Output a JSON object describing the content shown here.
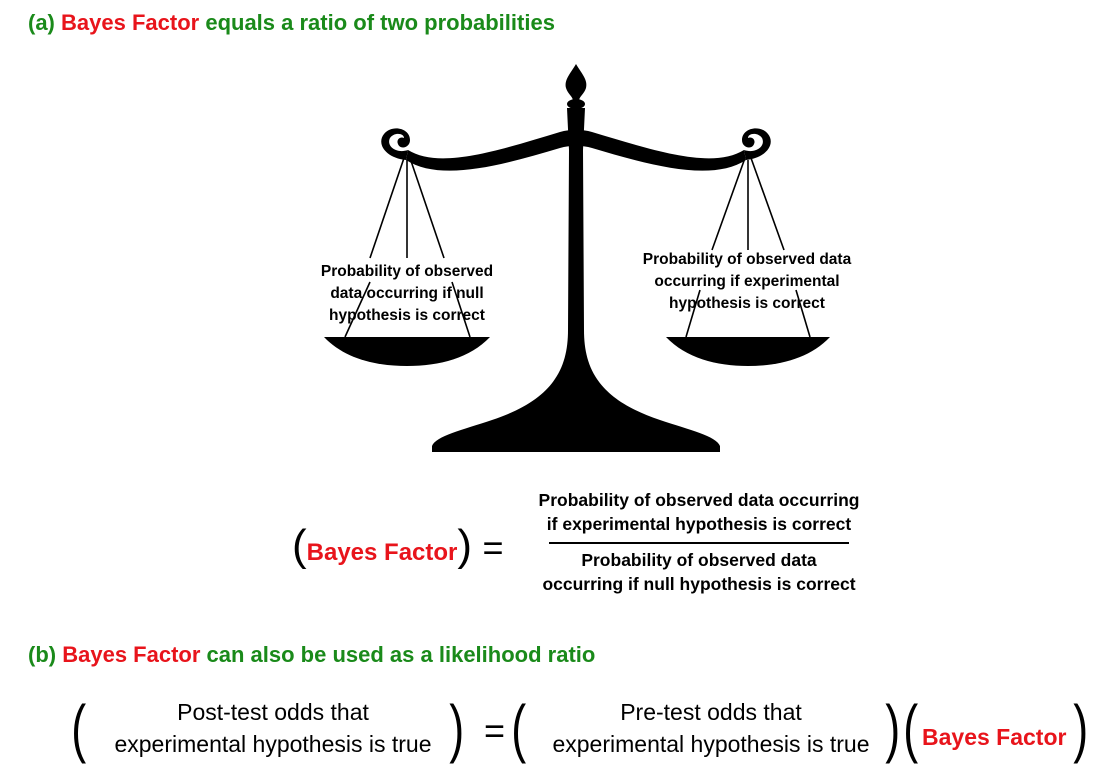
{
  "section_a": {
    "prefix": "(a)",
    "bayes_factor": "Bayes Factor",
    "rest": "equals a ratio of two probabilities"
  },
  "scale": {
    "left_pan_label": "Probability of observed data occurring if null hypothesis is correct",
    "right_pan_label": "Probability of observed data occurring if experimental hypothesis is correct",
    "color": "#000000"
  },
  "formula_a": {
    "open_paren": "(",
    "bayes_factor": "Bayes Factor",
    "close_paren": ")",
    "equals": "=",
    "numerator_line1": "Probability of observed data occurring",
    "numerator_line2": "if experimental hypothesis is correct",
    "denominator_line1": "Probability of observed data",
    "denominator_line2": "occurring if null hypothesis is correct"
  },
  "section_b": {
    "prefix": "(b)",
    "bayes_factor": "Bayes Factor",
    "rest": "can also be used as a likelihood ratio"
  },
  "formula_b": {
    "post_line1": "Post-test odds that",
    "post_line2": "experimental hypothesis is true",
    "equals": "=",
    "pre_line1": "Pre-test odds that",
    "pre_line2": "experimental hypothesis is true",
    "bayes_factor": "Bayes Factor"
  },
  "colors": {
    "green": "#1a8a1a",
    "red": "#e8141b"
  }
}
